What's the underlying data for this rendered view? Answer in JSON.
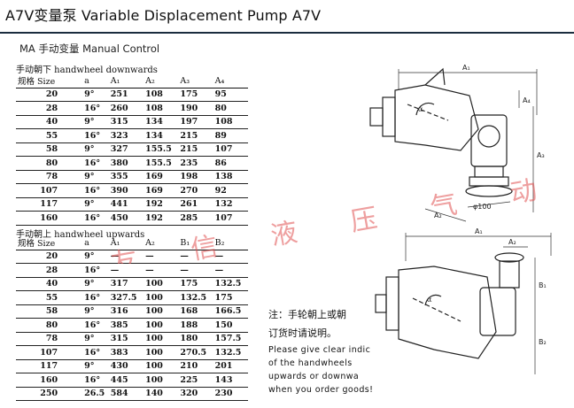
{
  "header": {
    "title": "A7V变量泵 Variable Displacement Pump A7V",
    "subtitle": "MA 手动变量  Manual Control"
  },
  "downwards": {
    "heading": "手动朝下  handwheel downwards",
    "columns": [
      "规格 Size",
      "a",
      "A₁",
      "A₂",
      "A₃",
      "A₄"
    ],
    "rows": [
      [
        "20",
        "9°",
        "251",
        "108",
        "175",
        "95"
      ],
      [
        "28",
        "16°",
        "260",
        "108",
        "190",
        "80"
      ],
      [
        "40",
        "9°",
        "315",
        "134",
        "197",
        "108"
      ],
      [
        "55",
        "16°",
        "323",
        "134",
        "215",
        "89"
      ],
      [
        "58",
        "9°",
        "327",
        "155.5",
        "215",
        "107"
      ],
      [
        "80",
        "16°",
        "380",
        "155.5",
        "235",
        "86"
      ],
      [
        "78",
        "9°",
        "355",
        "169",
        "198",
        "138"
      ],
      [
        "107",
        "16°",
        "390",
        "169",
        "270",
        "92"
      ],
      [
        "117",
        "9°",
        "441",
        "192",
        "261",
        "132"
      ],
      [
        "160",
        "16°",
        "450",
        "192",
        "285",
        "107"
      ]
    ]
  },
  "upwards": {
    "heading": "手动朝上  handwheel upwards",
    "columns": [
      "规格 Size",
      "a",
      "A₁",
      "A₂",
      "B₁",
      "B₂"
    ],
    "rows": [
      [
        "20",
        "9°",
        "—",
        "—",
        "—",
        "—"
      ],
      [
        "28",
        "16°",
        "—",
        "—",
        "—",
        "—"
      ],
      [
        "40",
        "9°",
        "317",
        "100",
        "175",
        "132.5"
      ],
      [
        "55",
        "16°",
        "327.5",
        "100",
        "132.5",
        "175"
      ],
      [
        "58",
        "9°",
        "316",
        "100",
        "168",
        "166.5"
      ],
      [
        "80",
        "16°",
        "385",
        "100",
        "188",
        "150"
      ],
      [
        "78",
        "9°",
        "315",
        "100",
        "180",
        "157.5"
      ],
      [
        "107",
        "16°",
        "383",
        "100",
        "270.5",
        "132.5"
      ],
      [
        "117",
        "9°",
        "430",
        "100",
        "210",
        "201"
      ],
      [
        "160",
        "16°",
        "445",
        "100",
        "225",
        "143"
      ],
      [
        "250",
        "26.5",
        "584",
        "140",
        "320",
        "230"
      ]
    ]
  },
  "note": {
    "cn_line1": "注：手轮朝上或朝",
    "cn_line2": "订货时请说明。",
    "en_line1": "Please give clear indic",
    "en_line2": "of the handwheels",
    "en_line3": "upwards or downwa",
    "en_line4": "when you order goods!"
  },
  "watermark": {
    "text": "友 信 液 压 气 动",
    "color": "#e05050"
  },
  "drawing_labels": {
    "top": {
      "a1": "A₁",
      "a2": "A₂",
      "a3": "A₃",
      "a4": "A₄",
      "diam": "φ100",
      "angle": "α"
    },
    "bottom": {
      "a1": "A₁",
      "a2": "A₂",
      "b1": "B₁",
      "b2": "B₂",
      "angle": "α"
    }
  },
  "colors": {
    "title_rule": "#1b2d3e",
    "text": "#111111"
  }
}
